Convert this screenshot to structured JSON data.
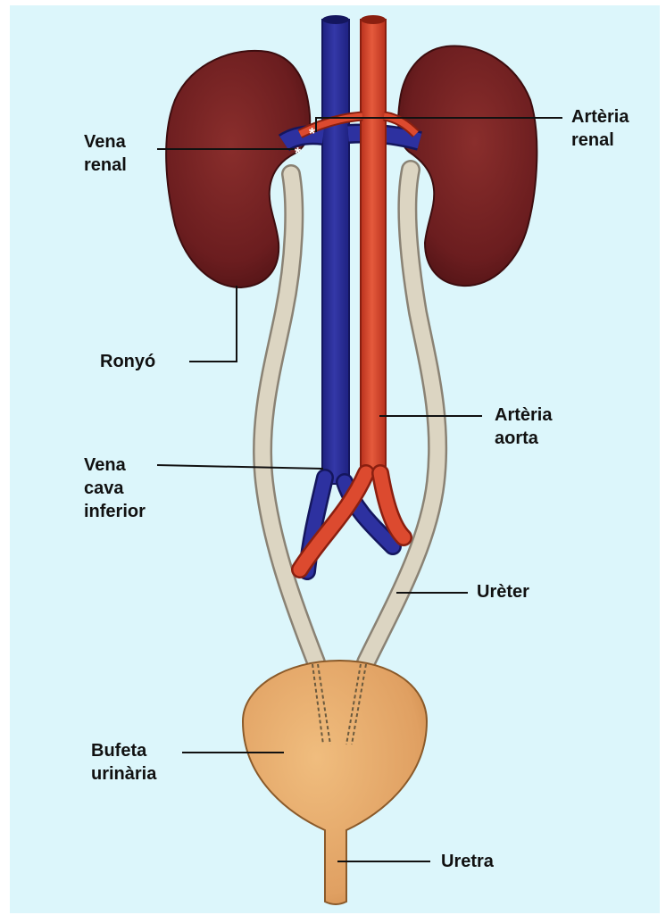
{
  "labels": {
    "vena_renal": [
      "Vena",
      "renal"
    ],
    "arteria_renal": [
      "Artèria",
      "renal"
    ],
    "ronyo": [
      "Ronyó"
    ],
    "arteria_aorta": [
      "Artèria",
      "aorta"
    ],
    "vena_cava_inferior": [
      "Vena",
      "cava",
      "inferior"
    ],
    "ureter": [
      "Urèter"
    ],
    "bufeta_urinaria": [
      "Bufeta",
      "urinària"
    ],
    "uretra": [
      "Uretra"
    ]
  },
  "colors": {
    "background": "#dcf6fb",
    "kidney": "#6b1d1f",
    "vein": "#2b2f96",
    "artery": "#d9442c",
    "ureter": "#d9d2bf",
    "bladder": "#e3a866"
  }
}
